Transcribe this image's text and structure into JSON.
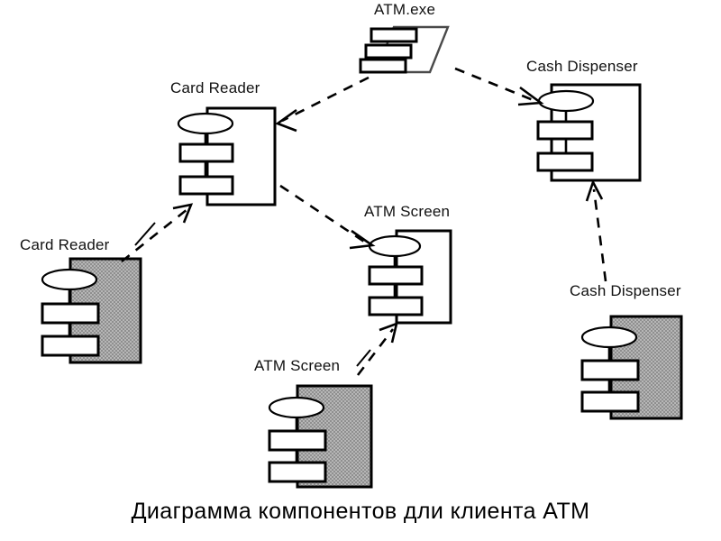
{
  "diagram": {
    "title": "Диаграмма  компонентов дли клиента ATM",
    "kind": "uml-component-diagram",
    "background_color": "#ffffff",
    "line_color": "#000000",
    "shaded_fill_color": "#a8a8a8",
    "unshaded_fill_color": "#ffffff"
  },
  "nodes": {
    "atm_exe": {
      "label": "ATM.exe",
      "shape": "executable-parallelogram",
      "shaded": false
    },
    "card_reader_spec": {
      "label": "Card Reader",
      "shape": "component",
      "shaded": false
    },
    "card_reader_impl": {
      "label": "Card Reader",
      "shape": "component",
      "shaded": true
    },
    "cash_dispenser_spec": {
      "label": "Cash Dispenser",
      "shape": "component",
      "shaded": false
    },
    "cash_dispenser_impl": {
      "label": "Cash Dispenser",
      "shape": "component",
      "shaded": true
    },
    "atm_screen_spec": {
      "label": "ATM Screen",
      "shape": "component",
      "shaded": false
    },
    "atm_screen_impl": {
      "label": "ATM Screen",
      "shape": "component",
      "shaded": true
    }
  },
  "edges": [
    {
      "id": "e1",
      "from": "atm_exe",
      "to": "card_reader_spec",
      "style": "dashed",
      "arrow": "open"
    },
    {
      "id": "e2",
      "from": "atm_exe",
      "to": "cash_dispenser_spec",
      "style": "dashed",
      "arrow": "open"
    },
    {
      "id": "e3",
      "from": "card_reader_spec",
      "to": "atm_screen_spec",
      "style": "dashed",
      "arrow": "open"
    },
    {
      "id": "e4",
      "from": "card_reader_impl",
      "to": "card_reader_spec",
      "style": "dashed",
      "arrow": "open"
    },
    {
      "id": "e5",
      "from": "atm_screen_impl",
      "to": "atm_screen_spec",
      "style": "dashed",
      "arrow": "open"
    },
    {
      "id": "e6",
      "from": "cash_dispenser_impl",
      "to": "cash_dispenser_spec",
      "style": "dashed",
      "arrow": "open"
    }
  ]
}
